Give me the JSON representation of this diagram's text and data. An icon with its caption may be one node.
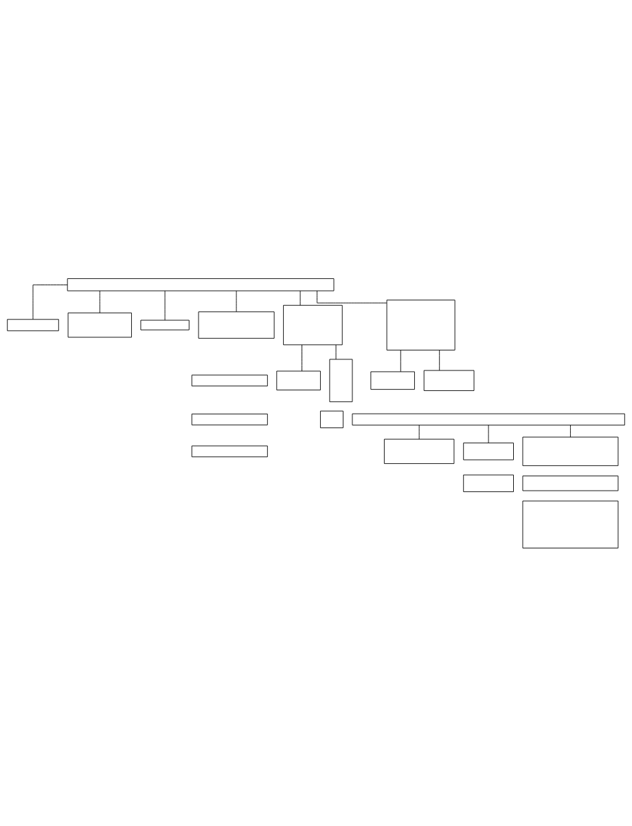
{
  "diagram": {
    "nodes": [
      {
        "text": [],
        "shape": "box"
      },
      {
        "text": [],
        "shape": "box"
      },
      {
        "text": [],
        "shape": "box"
      },
      {
        "text": [],
        "shape": "box"
      },
      {
        "text": [],
        "shape": "box"
      },
      {
        "text": [],
        "shape": "box"
      },
      {
        "text": [],
        "shape": "box"
      },
      {
        "text": [],
        "shape": "box"
      },
      {
        "text": [],
        "shape": "box"
      },
      {
        "text": [],
        "shape": "box"
      },
      {
        "text": [],
        "shape": "box"
      },
      {
        "text": [],
        "shape": "box"
      },
      {
        "text": [],
        "shape": "box"
      },
      {
        "text": [],
        "shape": "box"
      },
      {
        "text": [],
        "shape": "box"
      },
      {
        "text": [],
        "shape": "box"
      },
      {
        "text": [],
        "shape": "box"
      },
      {
        "text": [],
        "shape": "box"
      },
      {
        "text": [],
        "shape": "box"
      },
      {
        "text": [],
        "shape": "box"
      },
      {
        "text": [],
        "shape": "box"
      },
      {
        "text": [],
        "shape": "box"
      }
    ],
    "edges": [
      {
        "from": 0,
        "to": 5,
        "arrow": "none"
      },
      {
        "from": 0,
        "to": 1,
        "arrow": "none"
      },
      {
        "from": 0,
        "to": 6,
        "arrow": "none"
      },
      {
        "from": 0,
        "to": 2,
        "arrow": "none"
      },
      {
        "from": 0,
        "to": 12,
        "arrow": "none"
      },
      {
        "from": 0,
        "to": 3,
        "arrow": "none"
      },
      {
        "from": 6,
        "to": 4,
        "arrow": "none"
      },
      {
        "from": 6,
        "to": 10,
        "arrow": "none"
      },
      {
        "from": 12,
        "to": 13,
        "arrow": "none"
      },
      {
        "from": 12,
        "to": 14,
        "arrow": "none"
      },
      {
        "from": 15,
        "to": 16,
        "arrow": "none"
      },
      {
        "from": 15,
        "to": 17,
        "arrow": "none"
      },
      {
        "from": 15,
        "to": 19,
        "arrow": "none"
      }
    ]
  }
}
